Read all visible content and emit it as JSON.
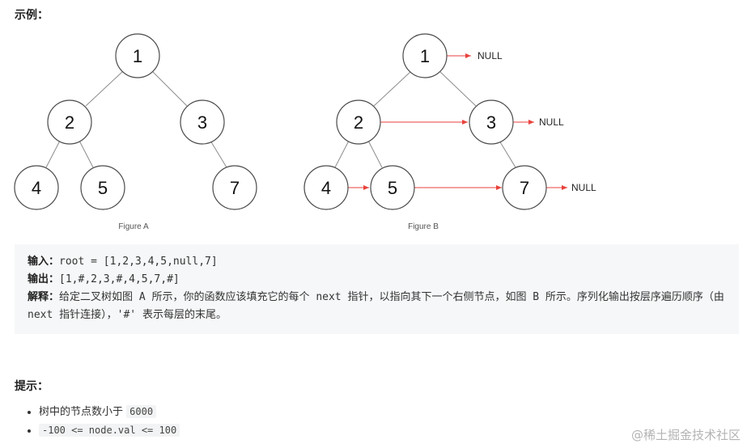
{
  "example_title": "示例：",
  "figure_a": {
    "caption": "Figure A",
    "nodes": [
      "1",
      "2",
      "3",
      "4",
      "5",
      "7"
    ]
  },
  "figure_b": {
    "caption": "Figure B",
    "nodes": [
      "1",
      "2",
      "3",
      "4",
      "5",
      "7"
    ],
    "null_label": "NULL"
  },
  "example": {
    "input_key": "输入：",
    "input_value": "root = [1,2,3,4,5,null,7]",
    "output_key": "输出：",
    "output_value": "[1,#,2,3,#,4,5,7,#]",
    "explain_key": "解释：",
    "explain_value": "给定二叉树如图 A 所示，你的函数应该填充它的每个 next 指针，以指向其下一个右侧节点，如图 B 所示。序列化输出按层序遍历顺序（由 next 指针连接），'#' 表示每层的末尾。"
  },
  "tips_title": "提示：",
  "tips": [
    {
      "text": "树中的节点数小于 ",
      "code": "6000"
    },
    {
      "text": "",
      "code": "-100  <= node.val <= 100"
    }
  ],
  "watermark": "@稀土掘金技术社区",
  "colors": {
    "arrow": "#e8423c",
    "code_bg": "#f6f7f8"
  }
}
